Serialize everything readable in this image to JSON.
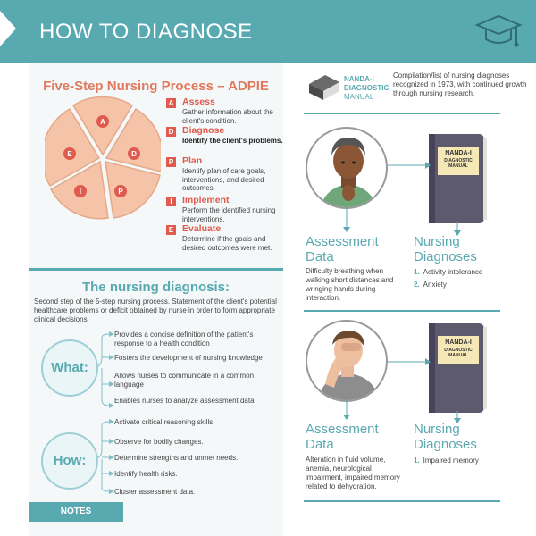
{
  "header": {
    "title": "HOW TO DIAGNOSE"
  },
  "adpie": {
    "title": "Five-Step Nursing Process – ADPIE",
    "wedge_letters": [
      "A",
      "D",
      "P",
      "I",
      "E"
    ],
    "steps": [
      {
        "letter": "A",
        "name": "Assess",
        "desc": "Gather information about the client's condition."
      },
      {
        "letter": "D",
        "name": "Diagnose",
        "desc": "Identify the client's problems."
      },
      {
        "letter": "P",
        "name": "Plan",
        "desc": "Identify plan of care goals, interventions, and desired outcomes."
      },
      {
        "letter": "I",
        "name": "Implement",
        "desc": "Perform the identified nursing interventions."
      },
      {
        "letter": "E",
        "name": "Evaluate",
        "desc": "Determine if the goals and desired outcomes were met."
      }
    ]
  },
  "nursing_diagnosis": {
    "title": "The nursing diagnosis:",
    "desc": "Second step of the 5-step nursing process. Statement of the client's potential healthcare problems or deficit obtained by nurse in order to form appropriate clinical decisions.",
    "what": {
      "label": "What:",
      "items": [
        "Provides a concise definition of the patient's response to a health condition",
        "Fosters the development of nursing knowledge",
        "Allows nurses to communicate in a common language",
        "Enables nurses to analyze assessment data"
      ]
    },
    "how": {
      "label": "How:",
      "items": [
        "Activate critical reasoning skills.",
        "Observe for bodily changes.",
        "Determine strengths and unmet needs.",
        "Identify health risks.",
        "Cluster assessment data."
      ]
    }
  },
  "notes": {
    "label": "NOTES"
  },
  "nanda": {
    "label_line1": "NANDA-I",
    "label_line2": "DIAGNOSTIC",
    "label_line3": "MANUAL",
    "desc": "Compilation/list of nursing diagnoses recognized in 1973, with continued growth through nursing research."
  },
  "book": {
    "line1": "NANDA-I",
    "line2": "DIAGNOSTIC",
    "line3": "MANUAL"
  },
  "cases": [
    {
      "assessment_heading_1": "Assessment",
      "assessment_heading_2": "Data",
      "assessment_text": "Difficulty breathing when walking short distances and wringing hands during interaction.",
      "diagnoses_heading_1": "Nursing",
      "diagnoses_heading_2": "Diagnoses",
      "diagnoses": [
        {
          "num": "1.",
          "text": "Activity intolerance"
        },
        {
          "num": "2.",
          "text": "Anxiety"
        }
      ]
    },
    {
      "assessment_heading_1": "Assessment",
      "assessment_heading_2": "Data",
      "assessment_text": "Alteration in fluid volume, anemia, neurological impairment, impaired memory related to dehydration.",
      "diagnoses_heading_1": "Nursing",
      "diagnoses_heading_2": "Diagnoses",
      "diagnoses": [
        {
          "num": "1.",
          "text": "Impaired memory"
        }
      ]
    }
  ],
  "colors": {
    "teal": "#59a9b1",
    "coral": "#e05a4e",
    "pie": "#f4c3a8"
  },
  "icons": [
    "graduation-cap-icon",
    "book-icon",
    "arrow-icon"
  ]
}
